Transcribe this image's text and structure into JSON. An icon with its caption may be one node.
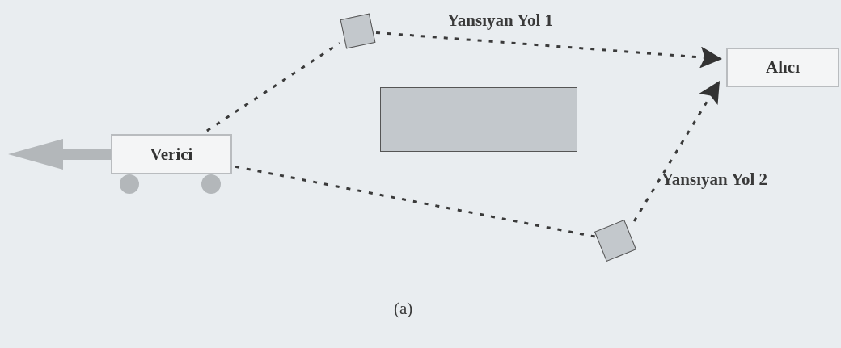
{
  "diagram": {
    "caption": "(a)",
    "nodes": [
      {
        "text": [
          "Verici"
        ]
      },
      {
        "text": [
          "Alıcı"
        ]
      },
      {
        "text": [],
        "shape": "box"
      },
      {
        "text": [],
        "shape": "box"
      },
      {
        "text": [],
        "shape": "box"
      }
    ],
    "edges": [
      {
        "from": 0,
        "to": 2,
        "arrow": "none",
        "style": "dashed"
      },
      {
        "from": 2,
        "to": 1,
        "arrow": "to",
        "style": "dashed"
      },
      {
        "from": 0,
        "to": 3,
        "arrow": "none",
        "style": "dashed"
      },
      {
        "from": 3,
        "to": 1,
        "arrow": "to",
        "style": "dashed"
      }
    ],
    "labels": [
      "Yansıyan Yol 1",
      "Yansıyan Yol 2"
    ]
  }
}
